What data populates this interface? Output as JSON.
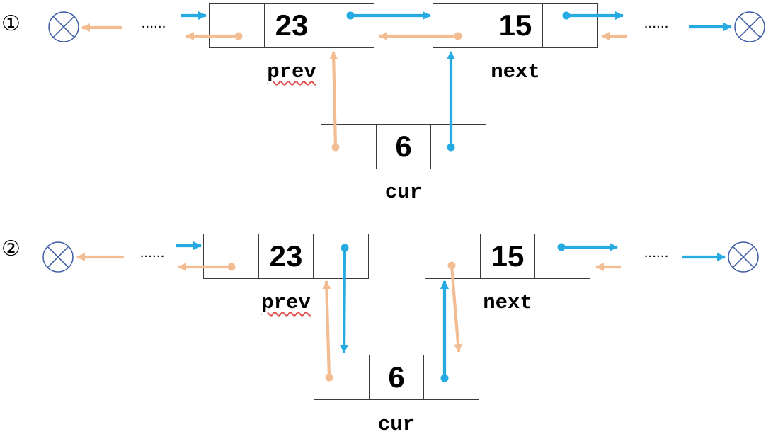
{
  "diagram": "doubly-linked-list-insert",
  "colors": {
    "blue": "#25AAE2",
    "orange": "#F2BD93",
    "navy": "#3E5CA6",
    "border": "#3B3B3B",
    "text": "#000000",
    "red": "#E05252"
  },
  "icons": {
    "null_marker": "circle-with-x",
    "next_pointer": "blue-arrow",
    "prev_pointer": "orange-arrow"
  },
  "panels": [
    {
      "step": "①",
      "left_dots": "......",
      "right_dots": "......",
      "prev_node": {
        "value": "23",
        "label": "prev"
      },
      "next_node": {
        "value": "15",
        "label": "next"
      },
      "cur_node": {
        "value": "6",
        "label": "cur"
      }
    },
    {
      "step": "②",
      "left_dots": "......",
      "right_dots": "......",
      "prev_node": {
        "value": "23",
        "label": "prev"
      },
      "next_node": {
        "value": "15",
        "label": "next"
      },
      "cur_node": {
        "value": "6",
        "label": "cur"
      }
    }
  ]
}
